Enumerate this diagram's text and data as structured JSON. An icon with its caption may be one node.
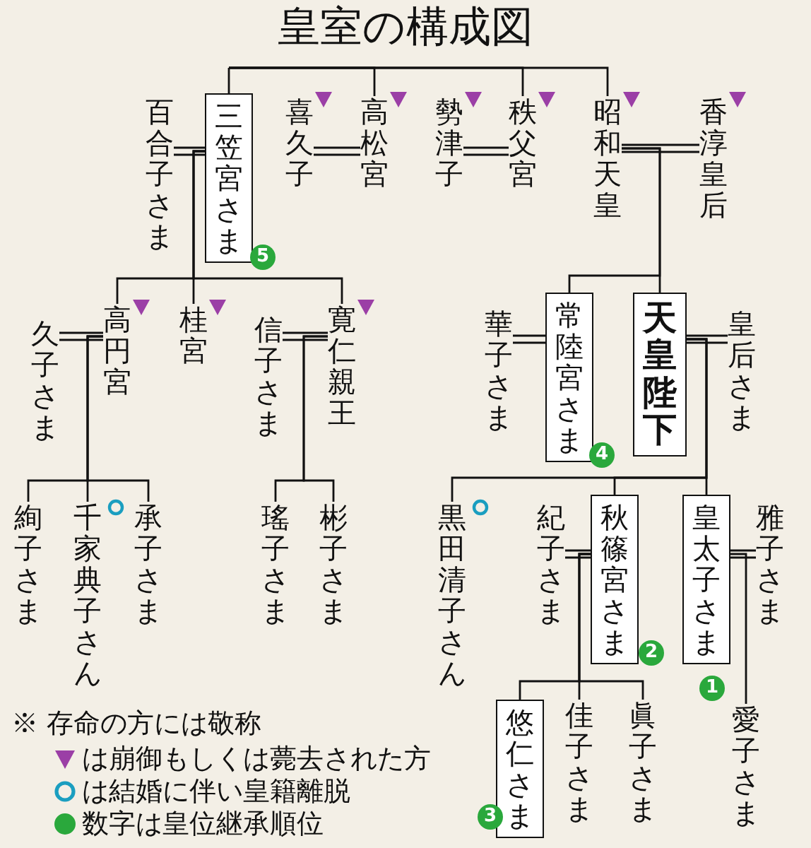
{
  "diagram": {
    "title": "皇室の構成図",
    "nodes": [
      {
        "text": [
          "百合子さま"
        ]
      },
      {
        "text": [
          "三笠宮さま"
        ],
        "beside": [
          "5"
        ]
      },
      {
        "text": [
          "喜久子"
        ]
      },
      {
        "text": [
          "高松宮"
        ]
      },
      {
        "text": [
          "勢津子"
        ]
      },
      {
        "text": [
          "秩父宮"
        ]
      },
      {
        "text": [
          "昭和天皇"
        ]
      },
      {
        "text": [
          "香淳皇后"
        ]
      },
      {
        "text": [
          "久子さま"
        ]
      },
      {
        "text": [
          "高円宮"
        ]
      },
      {
        "text": [
          "桂宮"
        ]
      },
      {
        "text": [
          "信子さま"
        ]
      },
      {
        "text": [
          "寛仁親王"
        ]
      },
      {
        "text": [
          "華子さま"
        ]
      },
      {
        "text": [
          "常陸宮さま"
        ],
        "beside": [
          "4"
        ]
      },
      {
        "text": [
          "天皇陛下"
        ]
      },
      {
        "text": [
          "皇后さま"
        ]
      },
      {
        "text": [
          "絢子さま"
        ]
      },
      {
        "text": [
          "千家典子さん"
        ]
      },
      {
        "text": [
          "承子さま"
        ]
      },
      {
        "text": [
          "瑤子さま"
        ]
      },
      {
        "text": [
          "彬子さま"
        ]
      },
      {
        "text": [
          "黒田清子さん"
        ]
      },
      {
        "text": [
          "紀子さま"
        ]
      },
      {
        "text": [
          "秋篠宮さま"
        ],
        "beside": [
          "2"
        ]
      },
      {
        "text": [
          "皇太子さま"
        ],
        "beside": [
          "1"
        ]
      },
      {
        "text": [
          "雅子さま"
        ]
      },
      {
        "text": [
          "悠仁さま"
        ],
        "beside": [
          "3"
        ]
      },
      {
        "text": [
          "佳子さま"
        ]
      },
      {
        "text": [
          "眞子さま"
        ]
      },
      {
        "text": [
          "愛子さま"
        ]
      }
    ],
    "edges": [
      {
        "from": null,
        "to": 1,
        "arrow": "none"
      },
      {
        "from": null,
        "to": 3,
        "arrow": "none"
      },
      {
        "from": null,
        "to": 5,
        "arrow": "none"
      },
      {
        "from": null,
        "to": 6,
        "arrow": "none"
      },
      {
        "from": 0,
        "to": 1,
        "arrow": "none"
      },
      {
        "from": 2,
        "to": 3,
        "arrow": "none"
      },
      {
        "from": 4,
        "to": 5,
        "arrow": "none"
      },
      {
        "from": 6,
        "to": 7,
        "arrow": "none"
      },
      {
        "from": 1,
        "to": 9,
        "arrow": "none"
      },
      {
        "from": 1,
        "to": 10,
        "arrow": "none"
      },
      {
        "from": 1,
        "to": 12,
        "arrow": "none"
      },
      {
        "from": 6,
        "to": 14,
        "arrow": "none"
      },
      {
        "from": 6,
        "to": 15,
        "arrow": "none"
      },
      {
        "from": 8,
        "to": 9,
        "arrow": "none"
      },
      {
        "from": 11,
        "to": 12,
        "arrow": "none"
      },
      {
        "from": 13,
        "to": 14,
        "arrow": "none"
      },
      {
        "from": 15,
        "to": 16,
        "arrow": "none"
      },
      {
        "from": 9,
        "to": 17,
        "arrow": "none"
      },
      {
        "from": 9,
        "to": 18,
        "arrow": "none"
      },
      {
        "from": 9,
        "to": 19,
        "arrow": "none"
      },
      {
        "from": 12,
        "to": 20,
        "arrow": "none"
      },
      {
        "from": 12,
        "to": 21,
        "arrow": "none"
      },
      {
        "from": 15,
        "to": 22,
        "arrow": "none"
      },
      {
        "from": 15,
        "to": 24,
        "arrow": "none"
      },
      {
        "from": 15,
        "to": 25,
        "arrow": "none"
      },
      {
        "from": 23,
        "to": 24,
        "arrow": "none"
      },
      {
        "from": 25,
        "to": 26,
        "arrow": "none"
      },
      {
        "from": 24,
        "to": 27,
        "arrow": "none"
      },
      {
        "from": 24,
        "to": 28,
        "arrow": "none"
      },
      {
        "from": 24,
        "to": 29,
        "arrow": "none"
      },
      {
        "from": 25,
        "to": 30,
        "arrow": "none"
      }
    ],
    "labels": [
      "※ 存命の方には敬称"
    ],
    "legend": [
      {
        "text": "は崩御もしくは薨去された方"
      },
      {
        "text": "は結婚に伴い皇籍離脱"
      },
      {
        "text": "数字は皇位継承順位",
        "color": "#2aa83c"
      }
    ]
  }
}
